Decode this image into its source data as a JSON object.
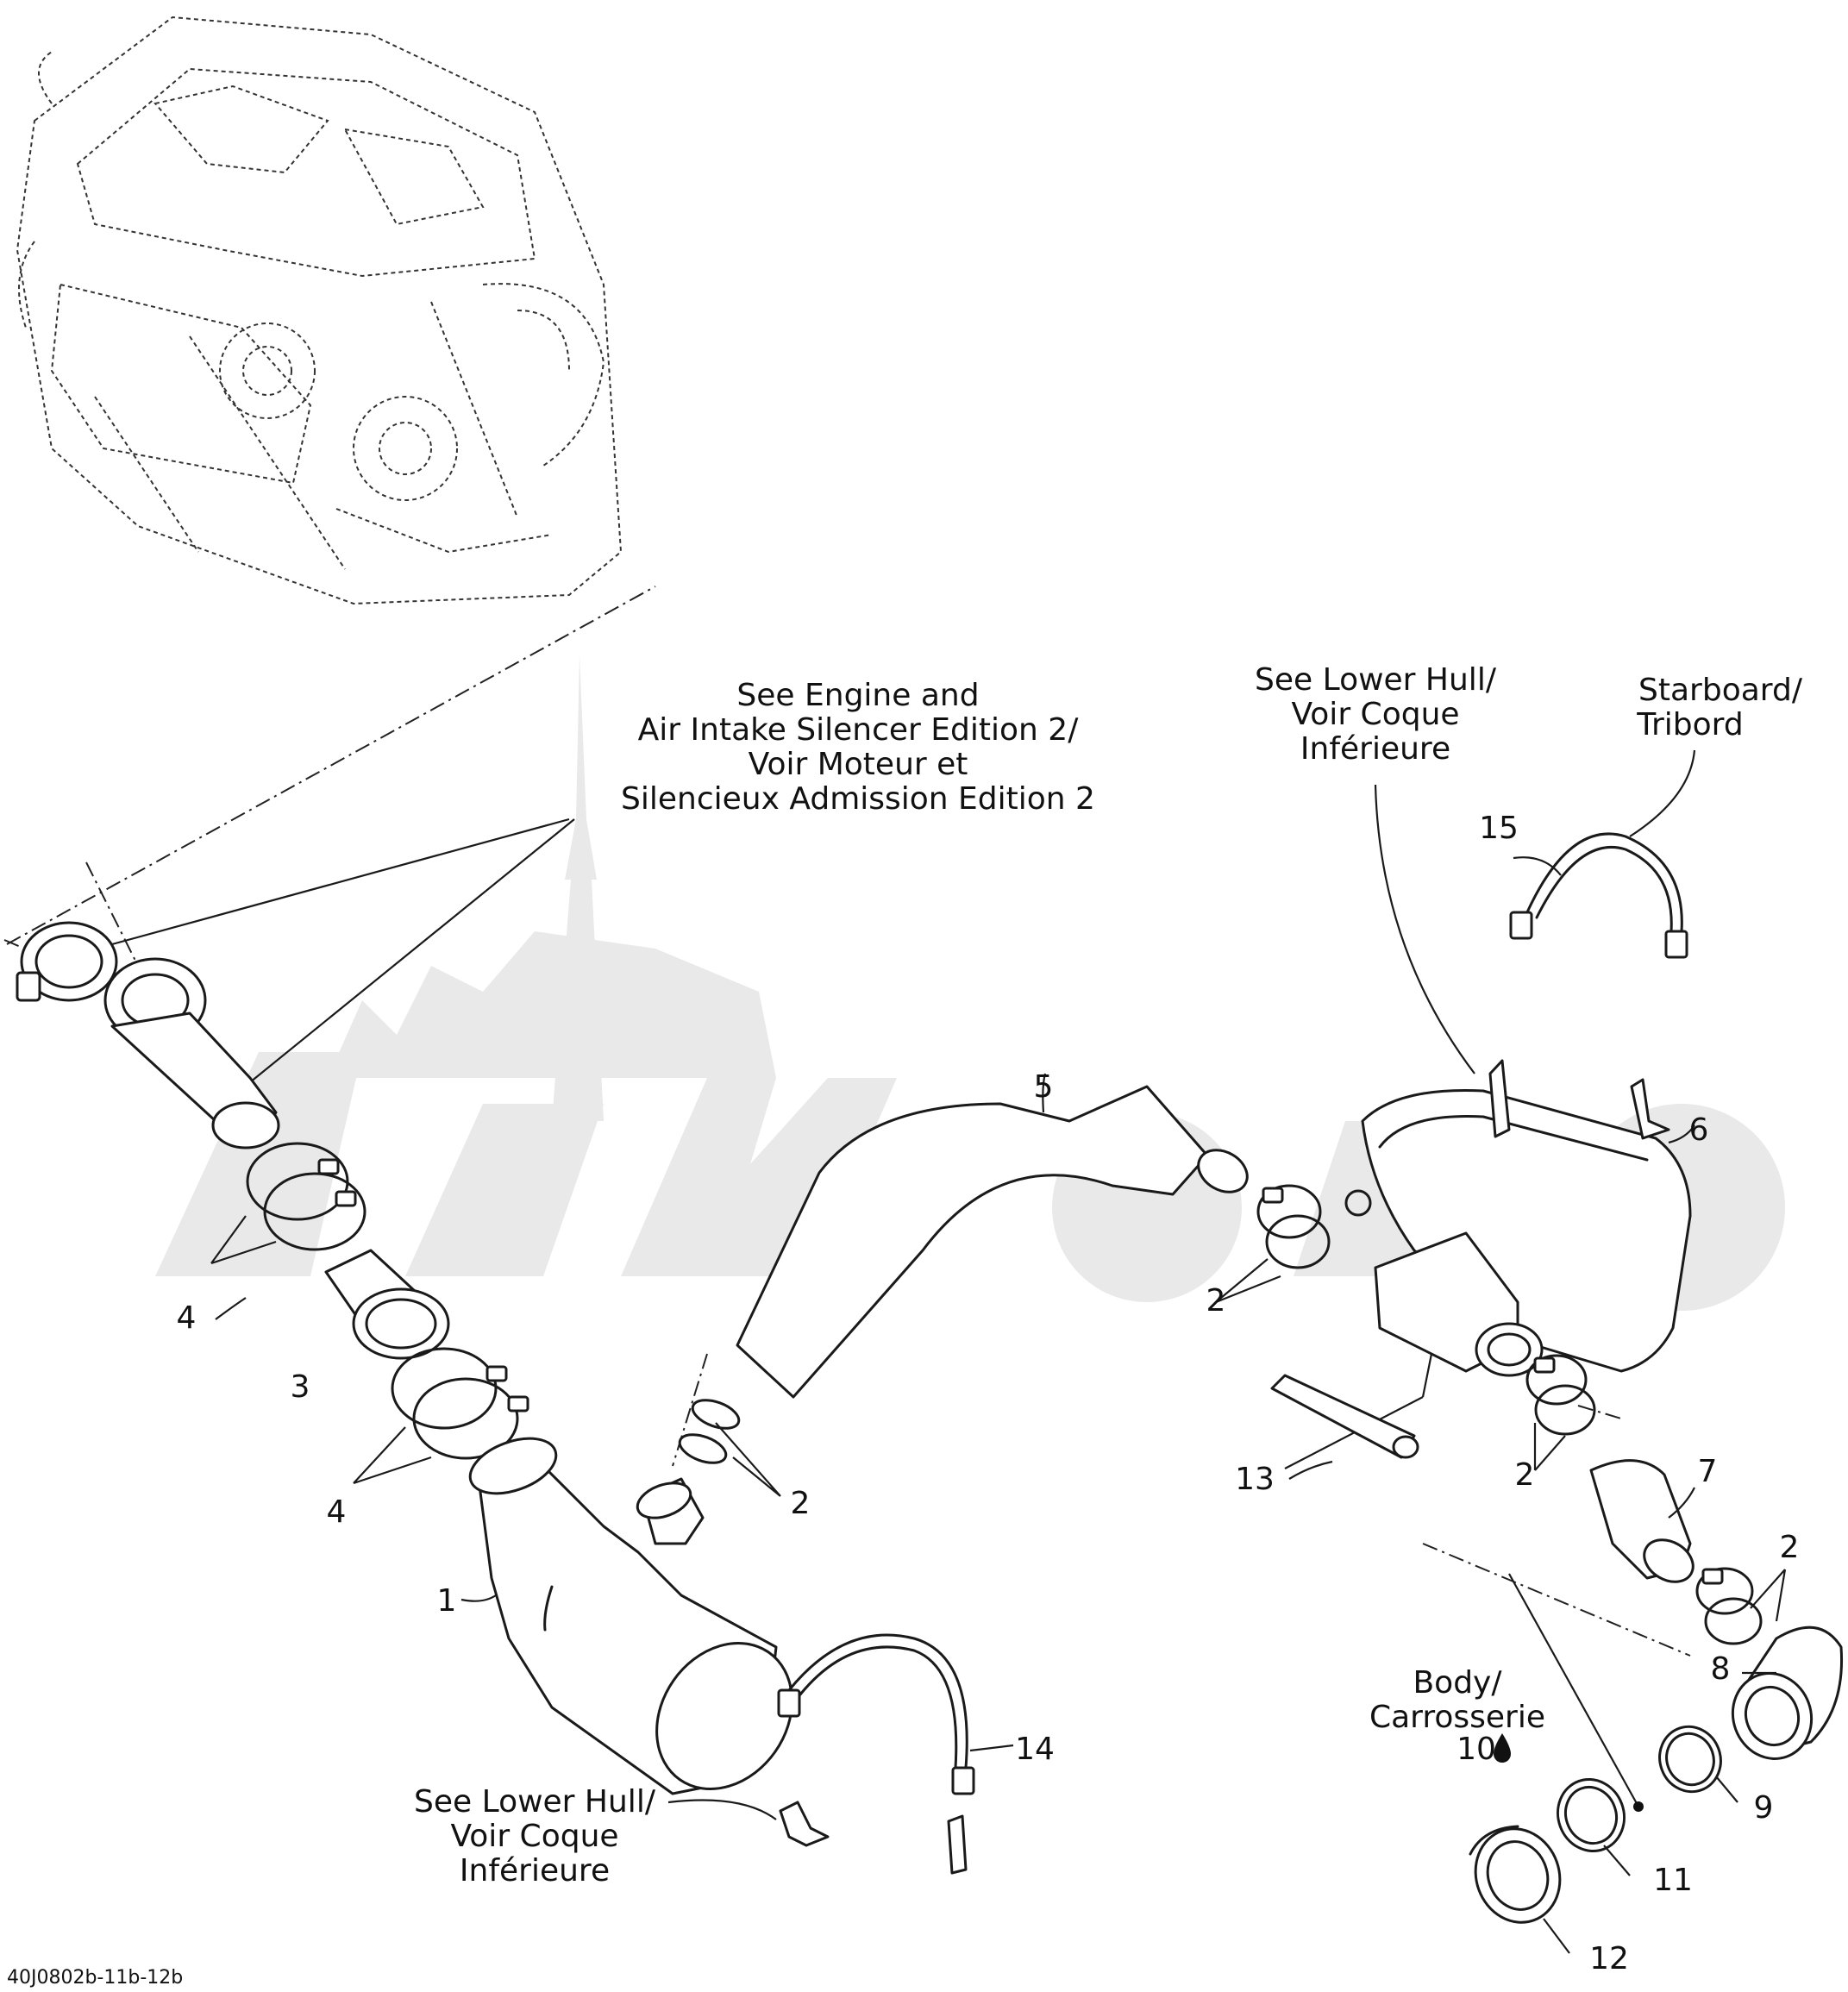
{
  "notes": {
    "engine_ref": [
      "See Engine and",
      "Air Intake Silencer Edition 2/",
      "Voir Moteur et",
      "Silencieux Admission Edition 2"
    ],
    "lower_hull_top": [
      "See Lower Hull/",
      "Voir Coque",
      "Inférieure"
    ],
    "lower_hull_bottom": [
      "See Lower Hull/",
      "Voir Coque",
      "Inférieure"
    ],
    "starboard": [
      "Starboard/",
      "Tribord"
    ],
    "body": [
      "Body/",
      "Carrosserie"
    ]
  },
  "callouts": {
    "n1": "1",
    "n2a": "2",
    "n2b": "2",
    "n2c": "2",
    "n2d": "2",
    "n3": "3",
    "n4a": "4",
    "n4b": "4",
    "n5": "5",
    "n6": "6",
    "n7": "7",
    "n8": "8",
    "n9": "9",
    "n10": "10",
    "n11": "11",
    "n12": "12",
    "n13": "13",
    "n14": "14",
    "n15": "15"
  },
  "reference_code": "40J0802b-11b-12b",
  "icons": {
    "sealant": "drop-icon"
  }
}
